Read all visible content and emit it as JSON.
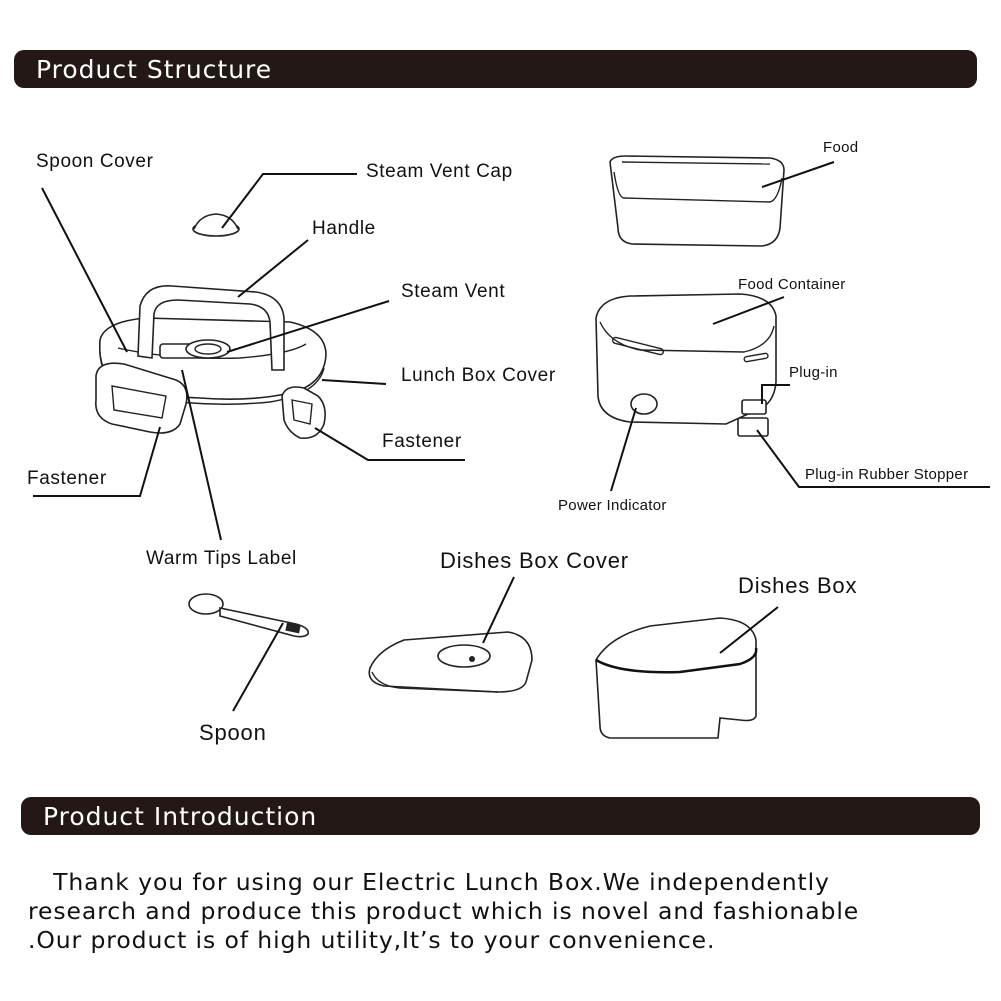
{
  "sections": {
    "structure_title": "Product  Structure",
    "intro_title": "Product Introduction"
  },
  "labels": {
    "spoon_cover": "Spoon Cover",
    "steam_vent_cap": "Steam Vent Cap",
    "handle": "Handle",
    "steam_vent": "Steam Vent",
    "lunch_box_cover": "Lunch Box Cover",
    "fastener_right": "Fastener",
    "fastener_left": "Fastener",
    "warm_tips_label": "Warm Tips Label",
    "food": "Food",
    "food_container": "Food Container",
    "plug_in": "Plug-in",
    "plug_in_rubber_stopper": "Plug-in Rubber Stopper",
    "power_indicator": "Power Indicator",
    "dishes_box_cover": "Dishes Box Cover",
    "dishes_box": "Dishes Box",
    "spoon": "Spoon"
  },
  "intro": {
    "line1": "   Thank you for using our Electric Lunch Box.We independently",
    "line2": "research and produce this product which is novel and fashionable",
    "line3": ".Our product is of high utility,It’s to your convenience."
  }
}
